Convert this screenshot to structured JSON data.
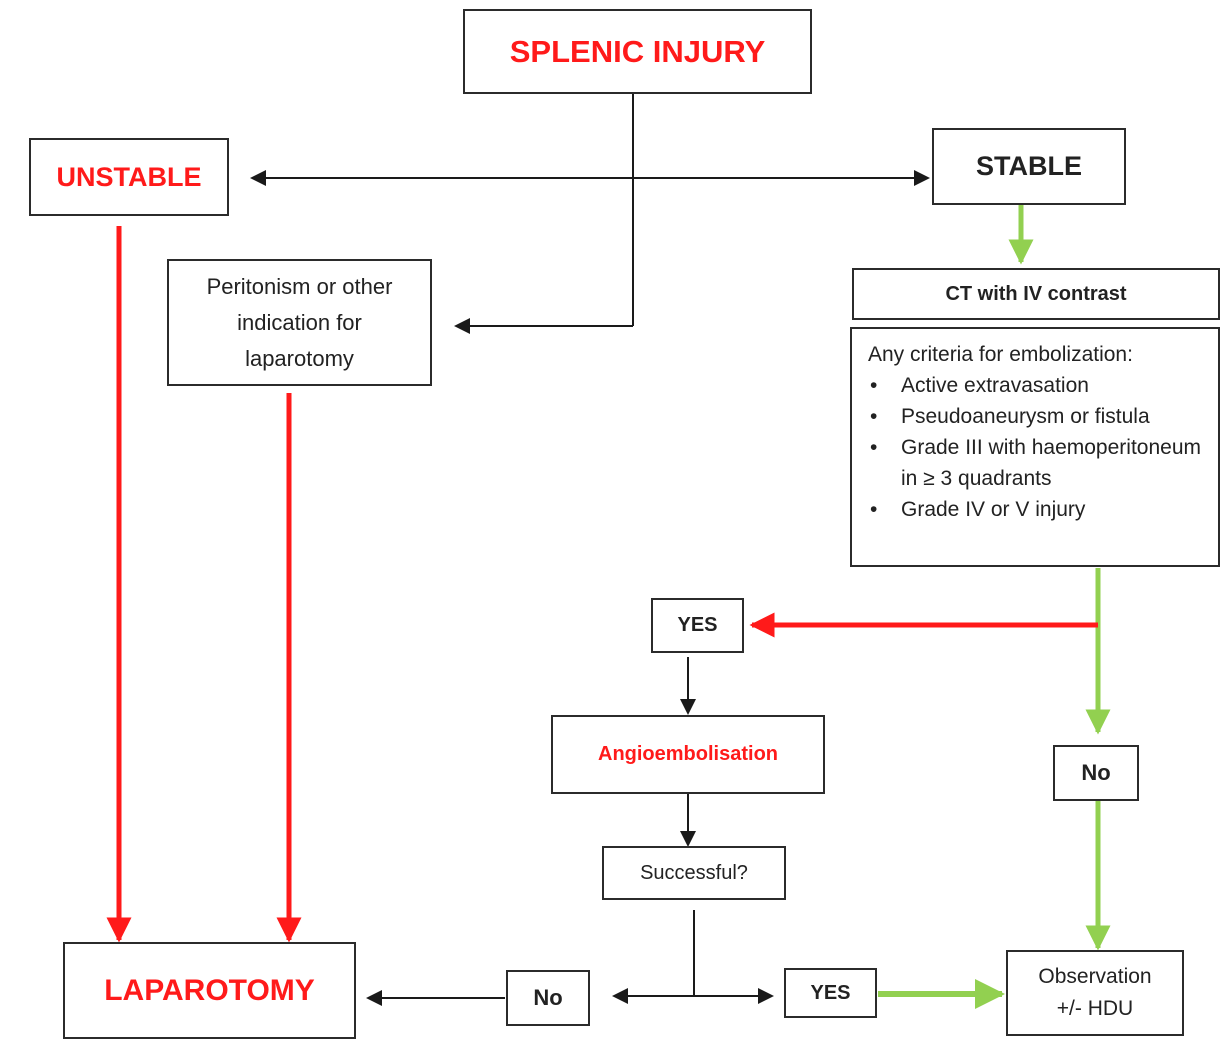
{
  "diagram": {
    "title": "SPLENIC INJURY",
    "nodes": {
      "unstable": "UNSTABLE",
      "stable": "STABLE",
      "peritonism": "Peritonism or other indication for laparotomy",
      "ct": "CT with IV contrast",
      "criteria_heading": "Any criteria for embolization:",
      "criteria_items": [
        "Active extravasation",
        "Pseudoaneurysm or fistula",
        "Grade III with haemoperitoneum in ≥ 3 quadrants",
        "Grade IV or V injury"
      ],
      "yes_embolize": "YES",
      "no_embolize": "No",
      "angioembolisation": "Angioembolisation",
      "successful": "Successful?",
      "laparotomy": "LAPAROTOMY",
      "no_success": "No",
      "yes_success": "YES",
      "observation": "Observation +/- HDU"
    },
    "colors": {
      "critical": "#ff1a1a",
      "safe": "#92d050",
      "neutral": "#1a1a1a"
    }
  }
}
